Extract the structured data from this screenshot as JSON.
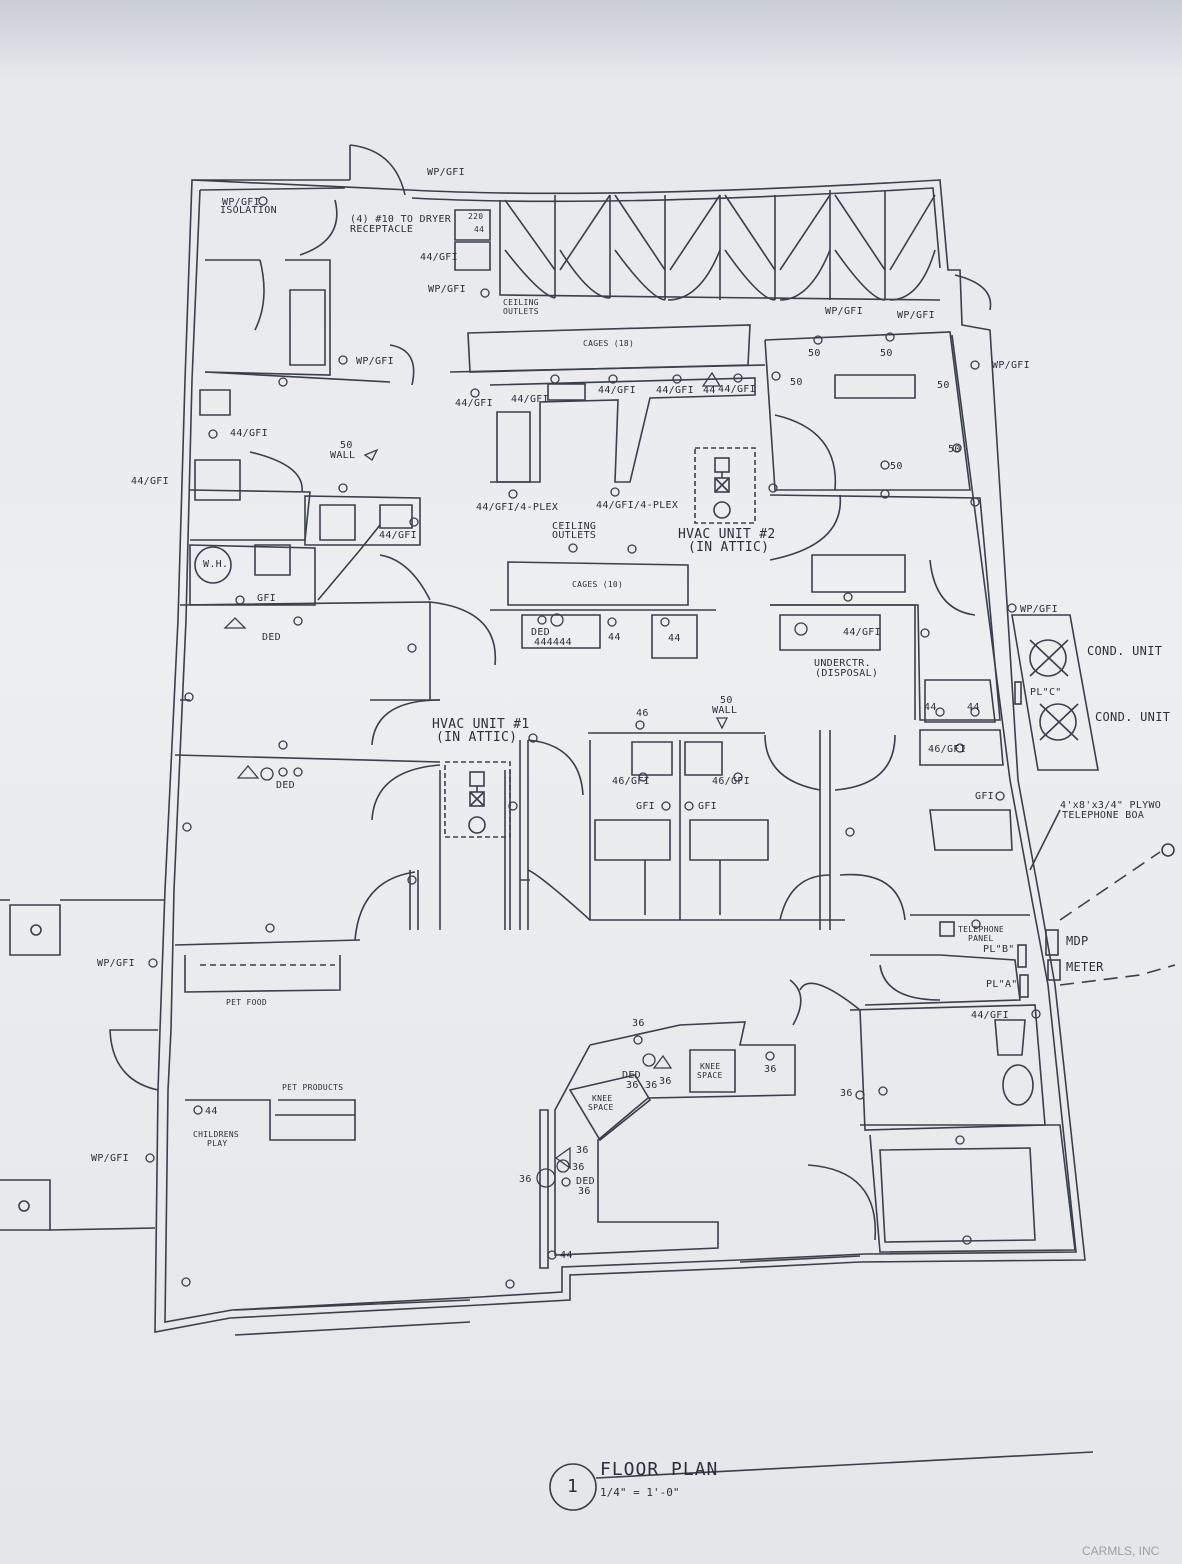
{
  "labels": {
    "wp_gfi_top": "WP/GFI",
    "isolation_gfi": "WP/GFI",
    "isolation": "ISOLATION",
    "dryer": "(4) #10 TO DRYER",
    "dryer2": "RECEPTACLE",
    "r220": "220",
    "r44a": "44",
    "r44gfi_l": "44/GFI",
    "wp_gfi_l2": "WP/GFI",
    "ceiling1": "CEILING",
    "ceiling1b": "OUTLETS",
    "cages1": "CAGES (18)",
    "wp_gfi_mid": "WP/GFI",
    "wp_gfi_mid2": "WP/GFI",
    "wp_gfi_mid3": "WP/GFI",
    "wp_gfi_right": "WP/GFI",
    "r50a": "50",
    "r50b": "50",
    "r50c": "50",
    "r50d": "50",
    "r50e": "50",
    "r50f": "50",
    "g44a": "44/GFI",
    "g44b": "44/GFI",
    "g44c": "44/GFI",
    "g44d": "44",
    "g44e": "44/GFI",
    "g44f": "44/GFI",
    "g44left": "44/GFI",
    "wall50": "50",
    "wall50b": "WALL",
    "plex1": "44/GFI/4-PLEX",
    "plex2": "44/GFI/4-PLEX",
    "g44g": "44/GFI",
    "ceiling2": "CEILING",
    "ceiling2b": "OUTLETS",
    "hvac2": "HVAC UNIT #2",
    "hvac2b": "(IN ATTIC)",
    "wh": "W.H.",
    "cages2": "CAGES (10)",
    "gfi1": "GFI",
    "ded1": "DED",
    "ded2": "DED",
    "ded2b": "444444",
    "r44h": "44",
    "r44i": "44",
    "g44j": "44/GFI",
    "undercounter": "UNDERCTR.",
    "disposal": "(DISPOSAL)",
    "wp_gfi_r2": "WP/GFI",
    "cond1": "COND. UNIT",
    "cond2": "COND. UNIT",
    "plc": "PL\"C\"",
    "r44k": "44",
    "r44l": "44",
    "g46a": "46/GFI",
    "hvac1": "HVAC UNIT #1",
    "hvac1b": "(IN ATTIC)",
    "r46": "46",
    "wall50c": "50",
    "wall50d": "WALL",
    "g46b": "46/GFI",
    "g46c": "46/GFI",
    "gfi2": "GFI",
    "gfi3": "GFI",
    "gfi4": "GFI",
    "ded3": "DED",
    "plywood1": "4'x8'x3/4\" PLYWO",
    "plywood2": "TELEPHONE BOA",
    "telephone1": "TELEPHONE",
    "telephone2": "PANEL",
    "plb": "PL\"B\"",
    "pla": "PL\"A\"",
    "mdp": "MDP",
    "meter": "METER",
    "wp_gfi_l3": "WP/GFI",
    "petfood": "PET FOOD",
    "r36a": "36",
    "ded4": "DED",
    "ded4b": "36 36",
    "r36b": "36",
    "knee1": "KNEE",
    "knee1b": "SPACE",
    "knee2": "KNEE",
    "knee2b": "SPACE",
    "r36c": "36",
    "g44k": "44/GFI",
    "r36d": "36",
    "petproducts": "PET PRODUCTS",
    "r44m": "44",
    "childrens": "CHILDRENS",
    "play": "PLAY",
    "wp_gfi_l4": "WP/GFI",
    "r36e": "36",
    "r36f": "36",
    "ded5": "DED",
    "r36g": "36",
    "r44n": "44"
  },
  "title": {
    "number": "1",
    "name": "FLOOR PLAN",
    "scale": "1/4\" = 1'-0\""
  },
  "watermark": "CARMLS, INC"
}
